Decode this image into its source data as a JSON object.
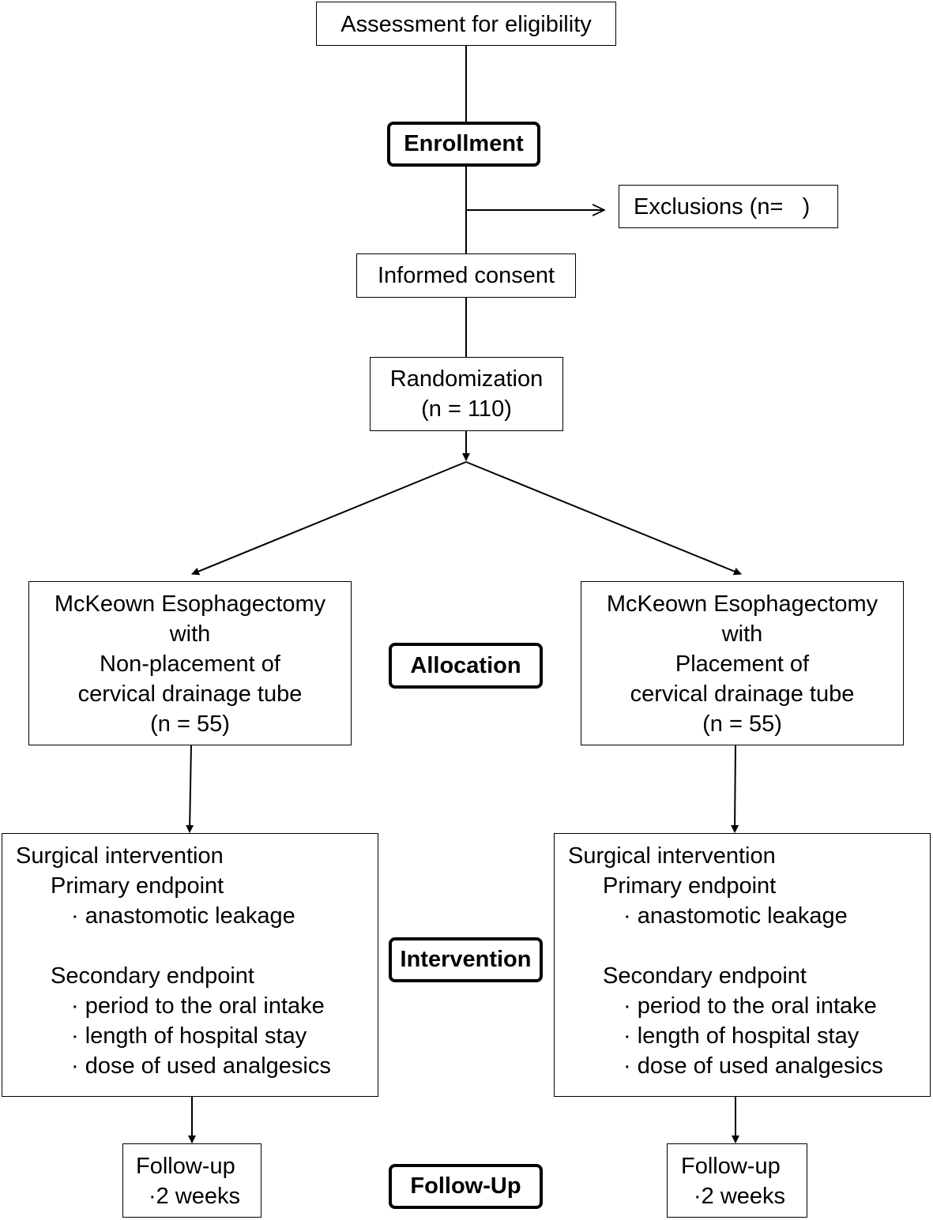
{
  "assessment": "Assessment for eligibility",
  "stages": {
    "enrollment": "Enrollment",
    "allocation": "Allocation",
    "intervention": "Intervention",
    "followup": "Follow-Up"
  },
  "exclusions": "Exclusions (n=   )",
  "consent": "Informed consent",
  "randomization": {
    "title": "Randomization",
    "n": "(n = 110)"
  },
  "arms": [
    {
      "allocation": [
        "McKeown Esophagectomy",
        "with",
        "Non-placement of",
        "cervical drainage tube",
        "(n = 55)"
      ],
      "intervention": {
        "title": "Surgical intervention",
        "primary_heading": "Primary endpoint",
        "primary": [
          "· anastomotic leakage"
        ],
        "secondary_heading": "Secondary endpoint",
        "secondary": [
          "· period to the oral intake",
          "· length of hospital stay",
          "· dose of used analgesics"
        ]
      },
      "followup": [
        "Follow-up",
        "·2 weeks"
      ]
    },
    {
      "allocation": [
        "McKeown Esophagectomy",
        "with",
        "Placement of",
        "cervical drainage tube",
        "(n = 55)"
      ],
      "intervention": {
        "title": "Surgical intervention",
        "primary_heading": "Primary endpoint",
        "primary": [
          "· anastomotic leakage"
        ],
        "secondary_heading": "Secondary endpoint",
        "secondary": [
          "· period to the oral intake",
          "· length of hospital stay",
          "· dose of used analgesics"
        ]
      },
      "followup": [
        "Follow-up",
        "·2 weeks"
      ]
    }
  ]
}
